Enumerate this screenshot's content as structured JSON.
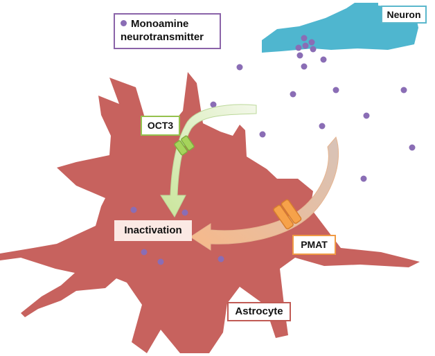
{
  "labels": {
    "legend": "Monoamine neurotransmitter",
    "neuron": "Neuron",
    "oct3": "OCT3",
    "pmat": "PMAT",
    "inactivation": "Inactivation",
    "astrocyte": "Astrocyte"
  },
  "colors": {
    "astrocyte": "#c7625e",
    "neuron": "#4fb6cf",
    "neurotransmitter": "#8a6db5",
    "oct3": "#a6d45c",
    "pmat": "#f6a24a",
    "oct3_arrow": "#dcecc2",
    "pmat_arrow": "#f2c5a0"
  },
  "icons": {
    "legend_marker": "purple-dot-icon",
    "oct3_transporter": "green-transporter-icon",
    "pmat_transporter": "orange-transporter-icon"
  }
}
